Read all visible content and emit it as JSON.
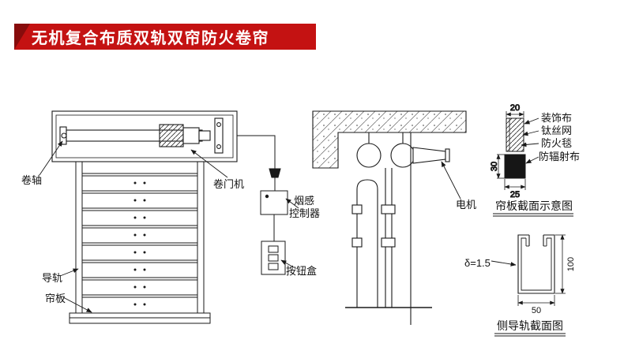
{
  "banner": {
    "title": "无机复合布质双轨双帘防火卷帘"
  },
  "colors": {
    "banner_bg": "#c41212",
    "banner_fold": "#870c0c",
    "line": "#1a1a1a"
  },
  "front_view": {
    "labels": {
      "roller_shaft": "卷轴",
      "door_operator": "卷门机",
      "guide_rail": "导轨",
      "curtain_panel": "帘板"
    }
  },
  "controls": {
    "smoke_detector_line1": "烟感",
    "smoke_detector_line2": "控制器",
    "button_box": "按钮盒"
  },
  "side_view": {
    "motor": "电机"
  },
  "curtain_section": {
    "caption": "帘板截面示意图",
    "layers": [
      "装饰布",
      "钛丝网",
      "防火毯",
      "防辐射布"
    ],
    "dims": {
      "top_width": "20",
      "block_height": "30",
      "bottom_width": "25"
    }
  },
  "rail_section": {
    "caption": "侧导轨截面图",
    "thickness": "δ=1.5",
    "dims": {
      "height": "100",
      "width": "50"
    }
  }
}
